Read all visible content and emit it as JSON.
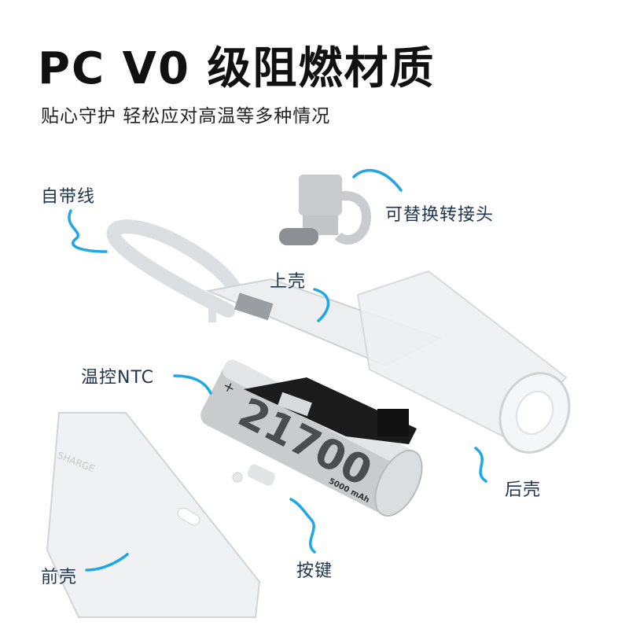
{
  "header": {
    "title": "PC V0 级阻燃材质",
    "subtitle": "贴心守护 轻松应对高温等多种情况"
  },
  "labels": {
    "cable": "自带线",
    "adapter": "可替换转接头",
    "top_shell": "上壳",
    "ntc": "温控NTC",
    "rear_shell": "后壳",
    "button": "按键",
    "front_shell": "前壳"
  },
  "battery": {
    "model": "21700",
    "capacity": "5000 mAh",
    "plus": "+",
    "minus": "−"
  },
  "front_shell_brand": "SHARGE",
  "colors": {
    "arrow": "#1ea6e6",
    "label": "#1e3550",
    "shell": "#e8eaec",
    "battery": "#c9cbcd",
    "pcb": "#1b1b1b"
  }
}
